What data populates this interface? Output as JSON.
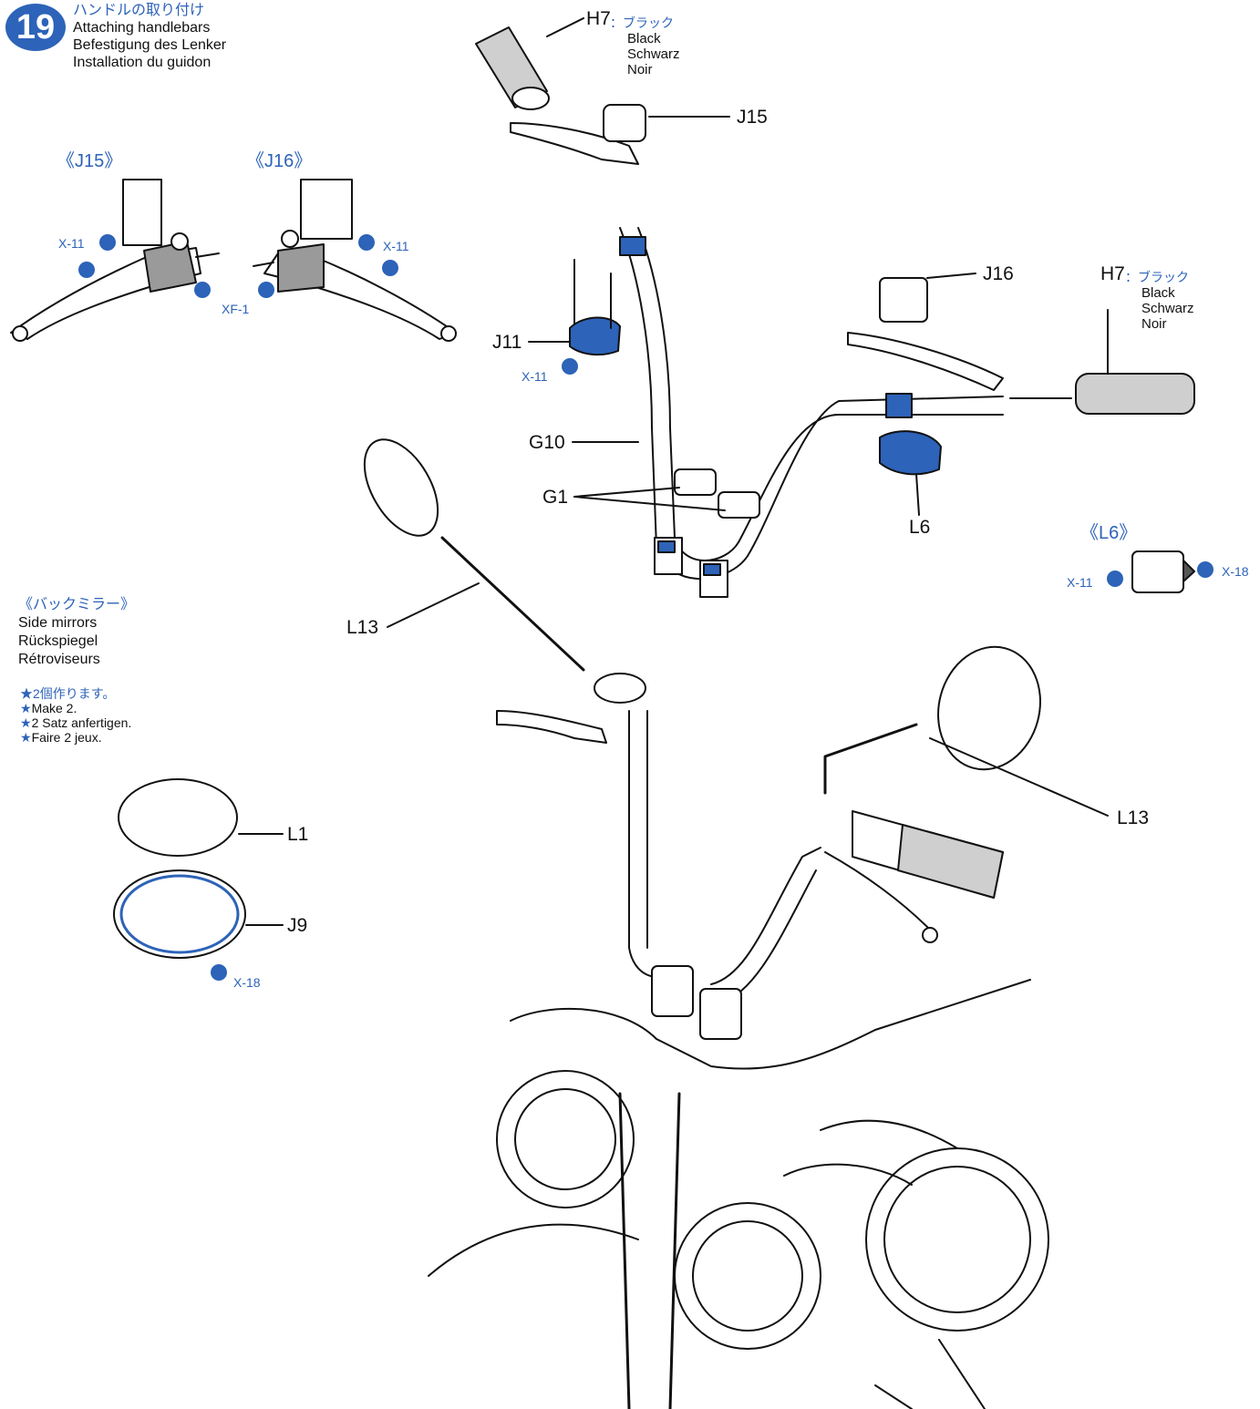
{
  "step": {
    "number": "19",
    "title_jp": "ハンドルの取り付け",
    "title_en": "Attaching handlebars",
    "title_de": "Befestigung des Lenker",
    "title_fr": "Installation du guidon"
  },
  "sub_headers": {
    "j15": "《J15》",
    "j16": "《J16》",
    "l6": "《L6》"
  },
  "grip_color": {
    "part": "H7",
    "jp": "：ブラック",
    "en": "Black",
    "de": "Schwarz",
    "fr": "Noir"
  },
  "part_labels": {
    "h7_top": "H7",
    "h7_right": "H7",
    "j15": "J15",
    "j16": "J16",
    "j11": "J11",
    "g10": "G10",
    "g1": "G1",
    "l6": "L6",
    "l13_left": "L13",
    "l13_right": "L13",
    "l1": "L1",
    "j9": "J9"
  },
  "paint_labels": {
    "x11_a": "X-11",
    "x11_b": "X-11",
    "xf1": "XF-1",
    "x11_c": "X-11",
    "x11_d": "X-11",
    "x18_a": "X-18",
    "x18_b": "X-18"
  },
  "mirrors": {
    "jp": "《バックミラー》",
    "en": "Side mirrors",
    "de": "Rückspiegel",
    "fr": "Rétroviseurs"
  },
  "notes": {
    "star": "★",
    "jp": "2個作ります。",
    "en": "Make 2.",
    "de": "2 Satz anfertigen.",
    "fr": "Faire 2 jeux."
  },
  "colors": {
    "accent_blue": "#2d63b8",
    "line": "#111111",
    "shade": "#8a8a8a"
  }
}
